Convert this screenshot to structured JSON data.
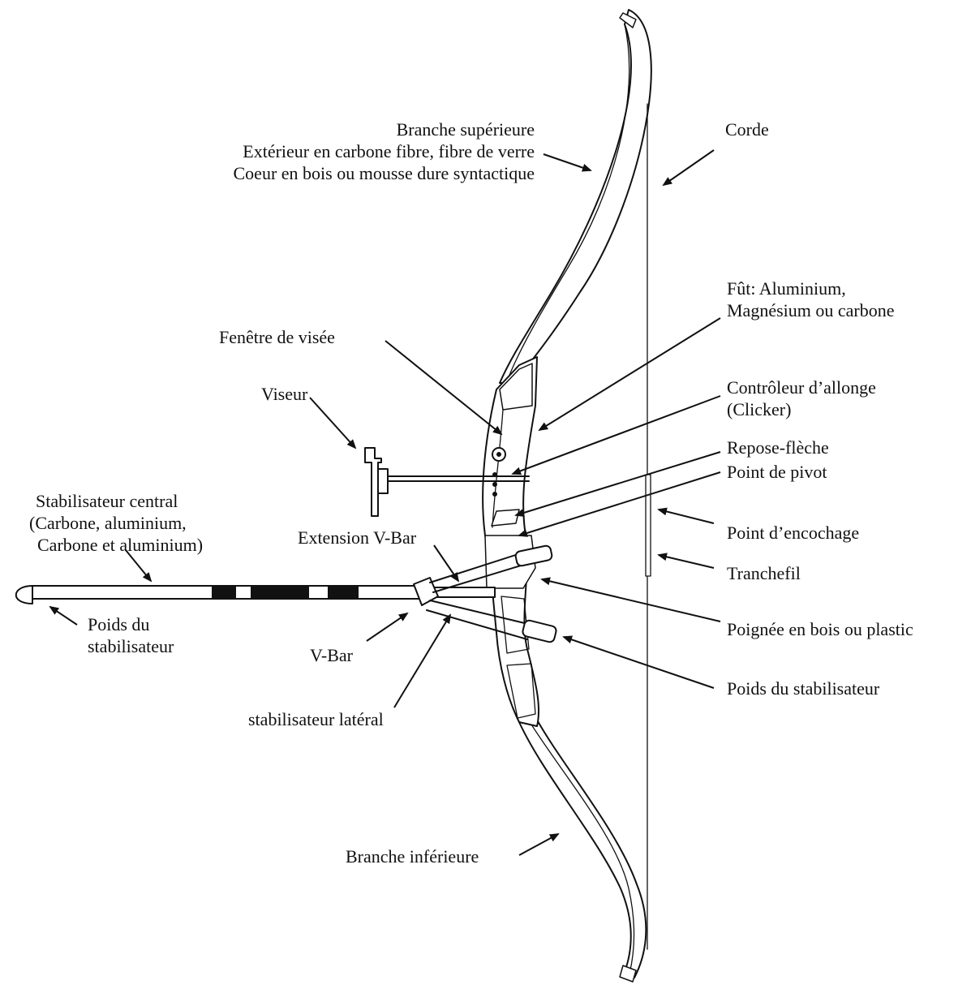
{
  "labels": {
    "upper_limb": {
      "lines": [
        "Branche supérieure",
        "Extérieur en carbone fibre, fibre de verre",
        "Coeur en bois ou mousse dure syntactique"
      ]
    },
    "string": "Corde",
    "riser": {
      "lines": [
        "Fût: Aluminium,",
        "Magnésium ou carbone"
      ]
    },
    "sight_window": "Fenêtre de visée",
    "sight": "Viseur",
    "clicker": {
      "lines": [
        "Contrôleur d’allonge",
        "(Clicker)"
      ]
    },
    "arrow_rest": "Repose-flèche",
    "pivot_point": "Point de pivot",
    "long_rod": {
      "lines": [
        "Stabilisateur central",
        "(Carbone, aluminium,",
        "Carbone et aluminium)"
      ]
    },
    "vbar_extension": "Extension V-Bar",
    "nocking_point": "Point d’encochage",
    "serving": "Tranchefil",
    "grip": "Poignée en bois ou plastic",
    "stabilizer_weight_left": {
      "lines": [
        "Poids du",
        "stabilisateur"
      ]
    },
    "vbar": "V-Bar",
    "stabilizer_weight_right": "Poids du stabilisateur",
    "side_rod": "stabilisateur latéral",
    "lower_limb": "Branche inférieure"
  },
  "colors": {
    "ink": "#111111",
    "background": "#ffffff"
  }
}
